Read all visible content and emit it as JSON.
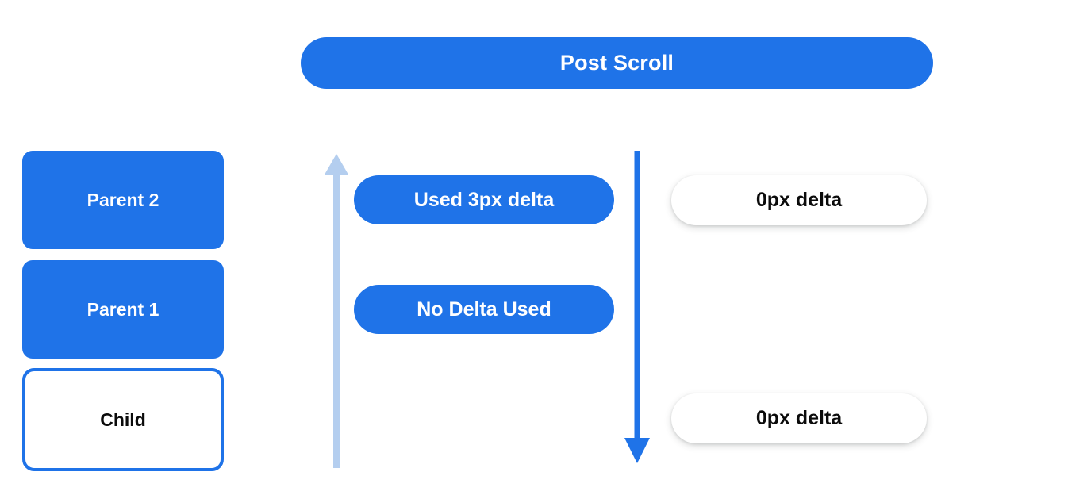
{
  "diagram": {
    "title": "Post Scroll",
    "colors": {
      "primary_blue": "#1f73e8",
      "light_blue_arrow": "#b4ceef",
      "text_dark": "#0b0b0b",
      "text_light": "#ffffff",
      "background": "#ffffff"
    },
    "header": {
      "label": "Post Scroll"
    },
    "left_column": {
      "boxes": [
        {
          "label": "Parent 2",
          "style": "filled"
        },
        {
          "label": "Parent 1",
          "style": "filled"
        },
        {
          "label": "Child",
          "style": "outlined"
        }
      ]
    },
    "arrows": [
      {
        "name": "scroll-up-arrow",
        "direction": "up",
        "color": "#b4ceef"
      },
      {
        "name": "scroll-down-arrow",
        "direction": "down",
        "color": "#1f73e8"
      }
    ],
    "middle_column": {
      "pills": [
        {
          "label": "Used 3px delta"
        },
        {
          "label": "No Delta Used"
        }
      ]
    },
    "right_column": {
      "pills": [
        {
          "label": "0px delta"
        },
        {
          "label": "0px delta"
        }
      ]
    }
  }
}
